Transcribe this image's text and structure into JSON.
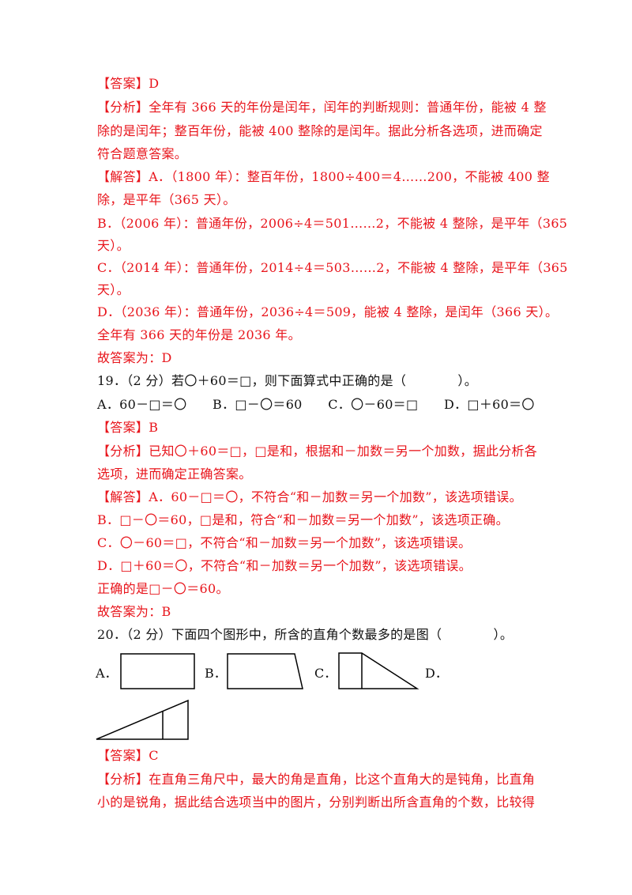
{
  "block1": {
    "answer": "【答案】D",
    "analysis": [
      "【分析】全年有 366 天的年份是闰年，闰年的判断规则：普通年份，能被 4 整",
      "除的是闰年；整百年份，能被 400 整除的是闰年。据此分析各选项，进而确定",
      "符合题意答案。"
    ],
    "solution": [
      "【解答】A．（1800 年）：整百年份，1800÷400＝4……200，不能被 400 整",
      "除，是平年（365 天）。",
      "B．（2006 年）：普通年份，2006÷4＝501……2，不能被 4 整除，是平年（365",
      "天）。",
      "C．（2014 年）：普通年份，2014÷4＝503……2，不能被 4 整除，是平年（365",
      "天）。",
      "D．（2036 年）：普通年份，2036÷4＝509，能被 4 整除，是闰年（366 天）。",
      "全年有 366 天的年份是 2036 年。"
    ],
    "final": "故答案为：D"
  },
  "q19": {
    "question": "19．（2 分）若〇＋60＝□，则下面算式中正确的是（　　　　）。",
    "options": "A．60－□＝〇　　B．□－〇＝60　　C．〇－60＝□　　D．□＋60＝〇",
    "answer": "【答案】B",
    "analysis": [
      "【分析】已知〇＋60＝□，□是和，根据和－加数＝另一个加数，据此分析各",
      "选项，进而确定正确答案。"
    ],
    "solution": [
      "【解答】A．60－□＝〇，不符合“和－加数＝另一个加数”，该选项错误。",
      "B．□－〇＝60，□是和，符合“和－加数＝另一个加数”，该选项正确。",
      "C．〇－60＝□，不符合“和－加数＝另一个加数”，该选项错误。",
      "D．□＋60＝〇，不符合“和－加数＝另一个加数”，该选项错误。",
      "正确的是□－〇＝60。"
    ],
    "final": "故答案为：B"
  },
  "q20": {
    "question": "20．（2 分）下面四个图形中，所含的直角个数最多的是图（　　　　）。",
    "option_labels": [
      "A．",
      "B．",
      "C．",
      "D．"
    ],
    "answer": "【答案】C",
    "analysis": [
      "【分析】在直角三角尺中，最大的角是直角，比这个直角大的是钝角，比直角",
      "小的是锐角，据此结合选项当中的图片，分别判断出所含直角的个数，比较得"
    ]
  },
  "colors": {
    "answer_red": "#e8141b",
    "text_black": "#111111"
  }
}
